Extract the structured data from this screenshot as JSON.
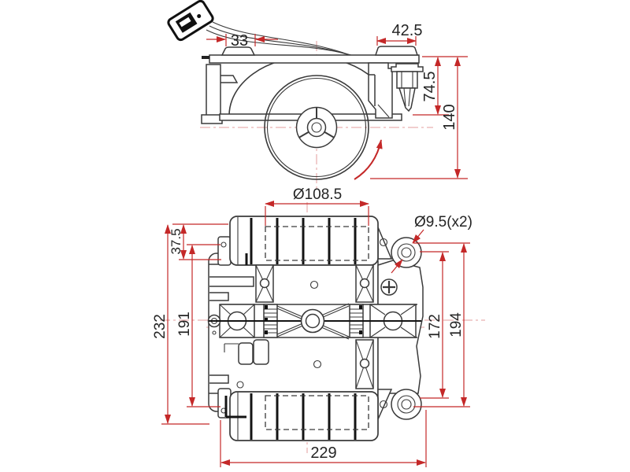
{
  "drawing": {
    "background": "#ffffff",
    "colors": {
      "part_outline": "#3a3a3a",
      "dimension_lines": "#c42828",
      "centerlines": "#e39c9c",
      "dimension_text": "#242424"
    },
    "elevation_view": {
      "dimensions": {
        "d33": "33",
        "d42_5": "42.5",
        "d74_5": "74.5",
        "d140": "140"
      }
    },
    "plan_view": {
      "dimensions": {
        "d108_5": "Ø108.5",
        "d9_5": "Ø9.5(x2)",
        "d37_5": "37.5",
        "d232": "232",
        "d191": "191",
        "d172": "172",
        "d194": "194",
        "d229": "229"
      }
    }
  }
}
